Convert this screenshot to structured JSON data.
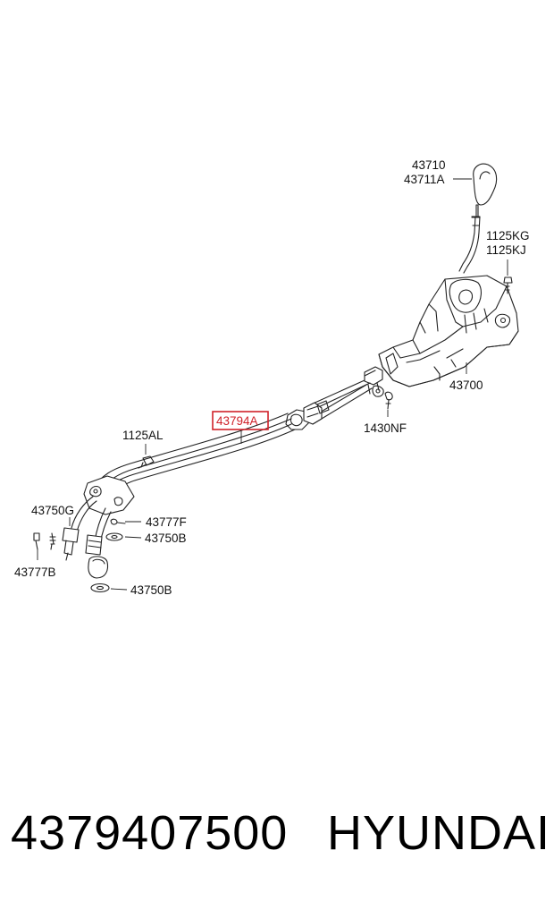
{
  "diagram": {
    "callouts": {
      "p43710": "43710",
      "p43711A": "43711A",
      "p1125KG": "1125KG",
      "p1125KJ": "1125KJ",
      "p43700": "43700",
      "p1430NF": "1430NF",
      "p43794A": "43794A",
      "p1125AL": "1125AL",
      "p43750G": "43750G",
      "p43777F": "43777F",
      "p43750B_1": "43750B",
      "p43777B": "43777B",
      "p43750B_2": "43750B"
    },
    "highlight_color": "#d0222a"
  },
  "footer": {
    "part_number": "4379407500",
    "brand": "HYUNDAI"
  }
}
